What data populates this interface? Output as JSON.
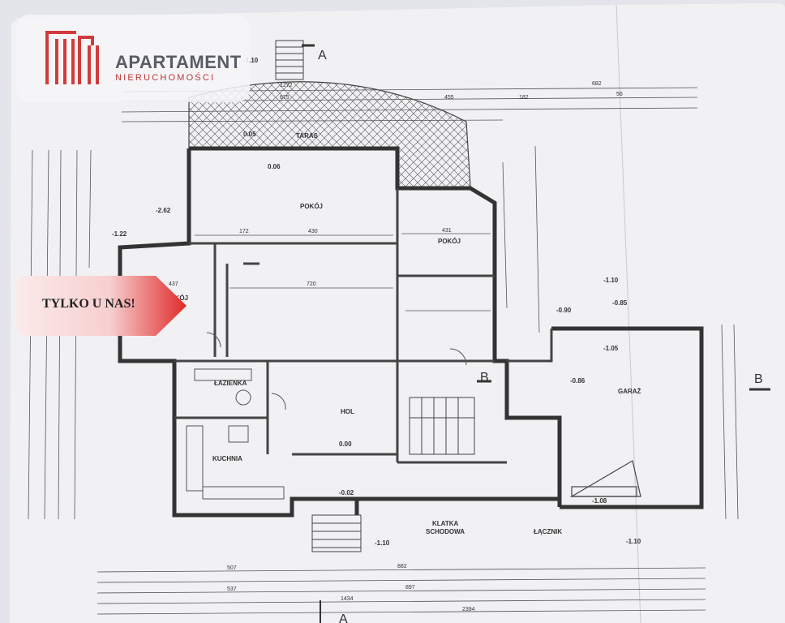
{
  "brand": {
    "name": "APARTAMENT",
    "tagline": "NIERUCHOMOŚCI",
    "colors": {
      "mark": "#d23b3b",
      "name": "#5a5c66",
      "tagline": "#b93535"
    }
  },
  "badge": {
    "text": "TYLKO U NAS!",
    "colors": {
      "start": "#fbeaea",
      "end": "#e02a2a"
    }
  },
  "plan": {
    "section_marks": [
      "A",
      "A",
      "B",
      "B"
    ],
    "rooms": [
      {
        "name": "TARAS"
      },
      {
        "name": "POKÓJ"
      },
      {
        "name": "POKÓJ"
      },
      {
        "name": "POKÓJ"
      },
      {
        "name": "ŁAZIENKA"
      },
      {
        "name": "KUCHNIA"
      },
      {
        "name": "HOL"
      },
      {
        "name": "GARAŻ"
      },
      {
        "name": "KLATKA"
      },
      {
        "name": "SCHODOWA"
      },
      {
        "name": "ŁĄCZNIK"
      }
    ],
    "levels": [
      "-1.10",
      "0.05",
      "0.06",
      "-2.62",
      "-1.22",
      "-1.10",
      "-0.90",
      "-0.85",
      "-1.05",
      "-0.86",
      "0.00",
      "-0.02",
      "-1.10",
      "-1.10",
      "-1.08"
    ],
    "dims_top": [
      "1272",
      "455",
      "682",
      "675",
      "182",
      "56"
    ],
    "dims_bottom": [
      "507",
      "882",
      "537",
      "897",
      "1434",
      "2394"
    ],
    "dims_inner": [
      "430",
      "431",
      "720",
      "437",
      "172"
    ]
  }
}
